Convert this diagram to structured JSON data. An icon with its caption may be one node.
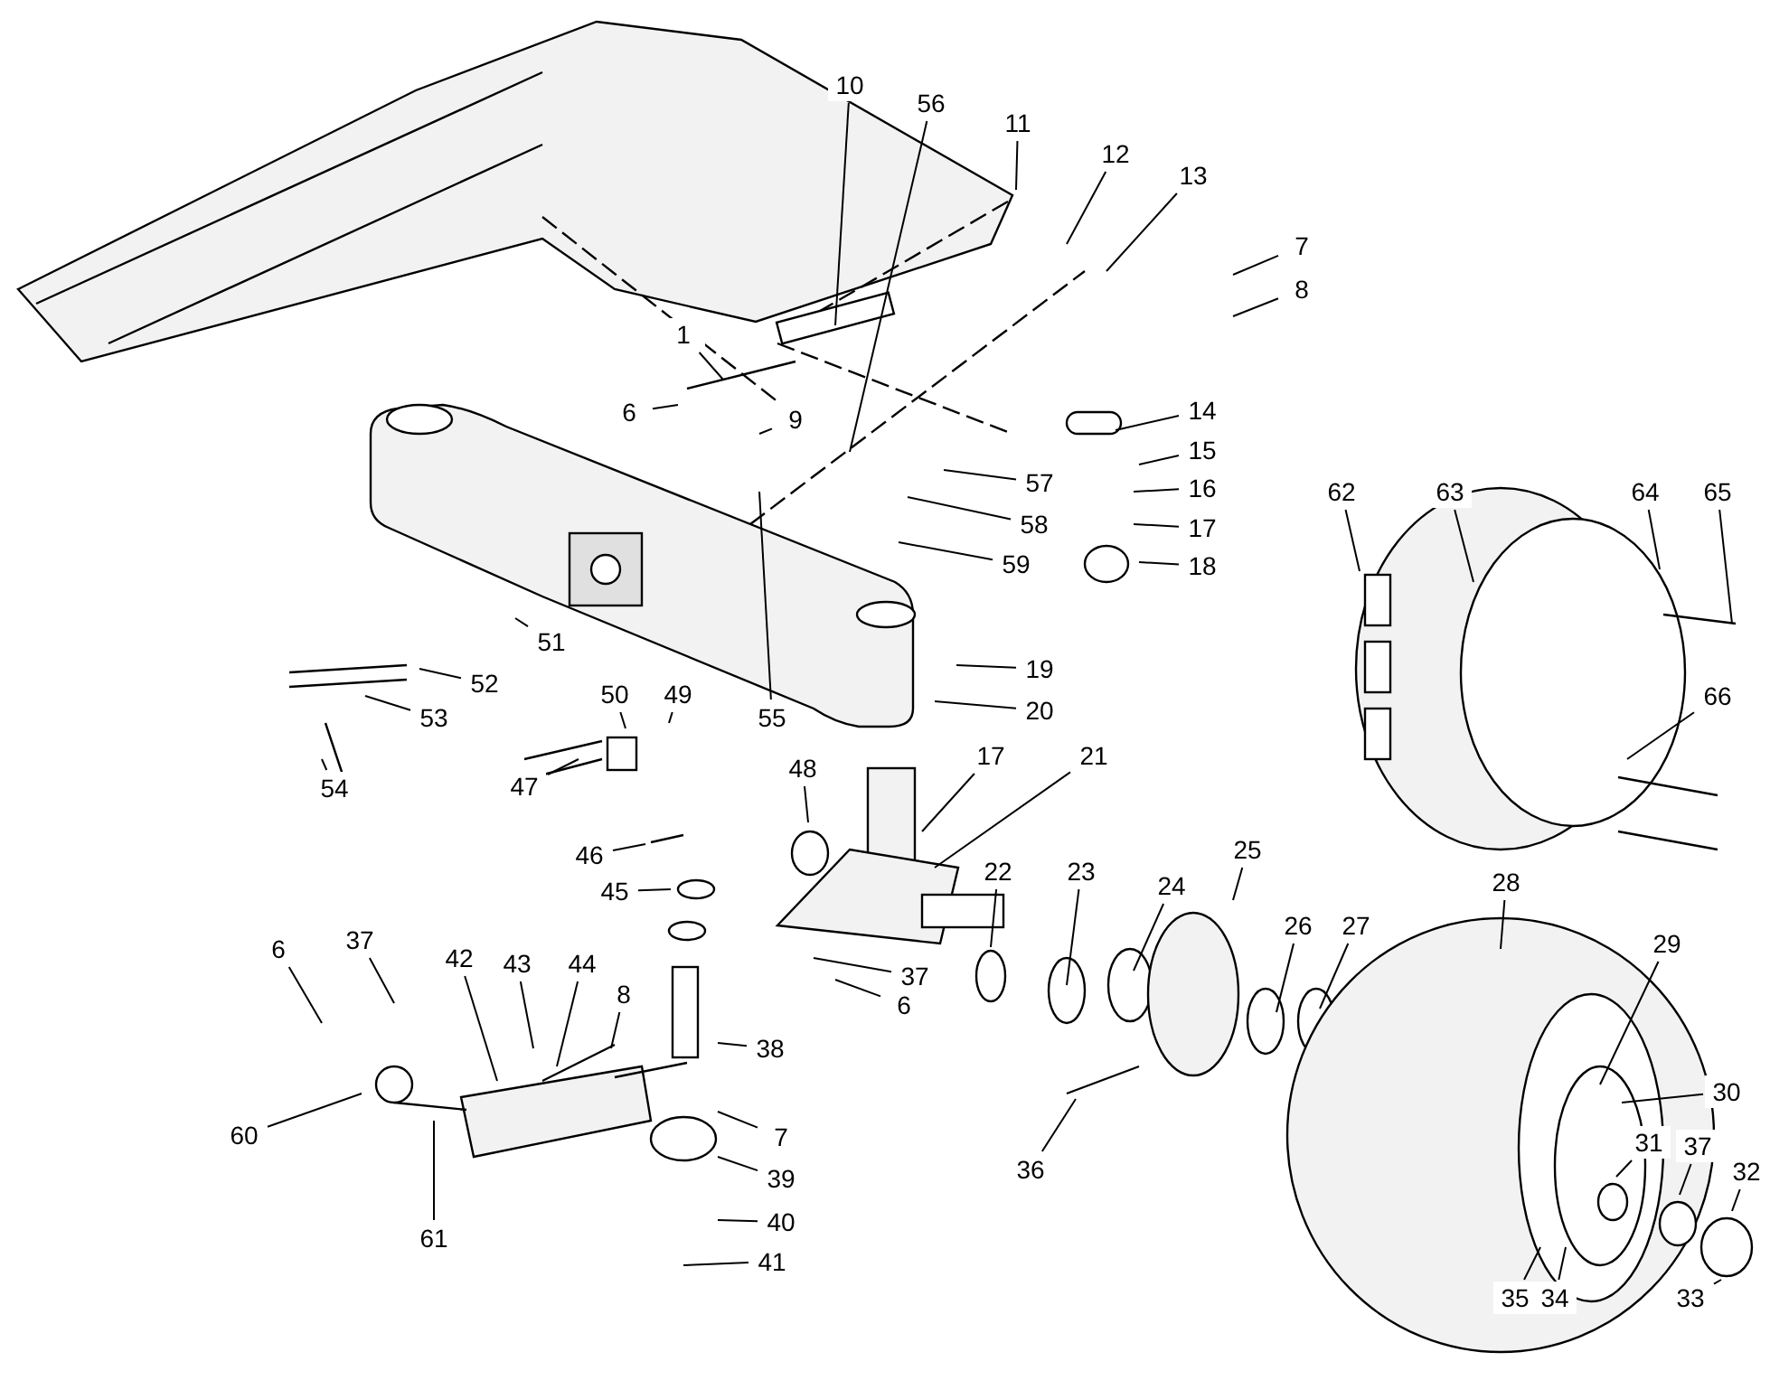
{
  "diagram": {
    "nodes": [
      {
        "text": [
          "10"
        ]
      },
      {
        "text": [
          "56"
        ]
      },
      {
        "text": [
          "11"
        ]
      },
      {
        "text": [
          "12"
        ]
      },
      {
        "text": [
          "13"
        ]
      },
      {
        "text": [
          "7"
        ]
      },
      {
        "text": [
          "8"
        ]
      },
      {
        "text": [
          "1"
        ]
      },
      {
        "text": [
          "9"
        ]
      },
      {
        "text": [
          "6"
        ]
      },
      {
        "text": [
          "14"
        ]
      },
      {
        "text": [
          "15"
        ]
      },
      {
        "text": [
          "62"
        ]
      },
      {
        "text": [
          "63"
        ]
      },
      {
        "text": [
          "64"
        ]
      },
      {
        "text": [
          "65"
        ]
      },
      {
        "text": [
          "16"
        ]
      },
      {
        "text": [
          "57"
        ]
      },
      {
        "text": [
          "17"
        ]
      },
      {
        "text": [
          "58"
        ]
      },
      {
        "text": [
          "18"
        ]
      },
      {
        "text": [
          "59"
        ]
      },
      {
        "text": [
          "51"
        ]
      },
      {
        "text": [
          "52"
        ]
      },
      {
        "text": [
          "19"
        ]
      },
      {
        "text": [
          "20"
        ]
      },
      {
        "text": [
          "55"
        ]
      },
      {
        "text": [
          "66"
        ]
      },
      {
        "text": [
          "50"
        ]
      },
      {
        "text": [
          "49"
        ]
      },
      {
        "text": [
          "53"
        ]
      },
      {
        "text": [
          "47"
        ]
      },
      {
        "text": [
          "17"
        ]
      },
      {
        "text": [
          "21"
        ]
      },
      {
        "text": [
          "48"
        ]
      },
      {
        "text": [
          "54"
        ]
      },
      {
        "text": [
          "46"
        ]
      },
      {
        "text": [
          "28"
        ]
      },
      {
        "text": [
          "29"
        ]
      },
      {
        "text": [
          "22"
        ]
      },
      {
        "text": [
          "23"
        ]
      },
      {
        "text": [
          "24"
        ]
      },
      {
        "text": [
          "25"
        ]
      },
      {
        "text": [
          "26"
        ]
      },
      {
        "text": [
          "27"
        ]
      },
      {
        "text": [
          "45"
        ]
      },
      {
        "text": [
          "37"
        ]
      },
      {
        "text": [
          "42"
        ]
      },
      {
        "text": [
          "43"
        ]
      },
      {
        "text": [
          "44"
        ]
      },
      {
        "text": [
          "6"
        ]
      },
      {
        "text": [
          "8"
        ]
      },
      {
        "text": [
          "37"
        ]
      },
      {
        "text": [
          "6"
        ]
      },
      {
        "text": [
          "38"
        ]
      },
      {
        "text": [
          "30"
        ]
      },
      {
        "text": [
          "31"
        ]
      },
      {
        "text": [
          "37"
        ]
      },
      {
        "text": [
          "32"
        ]
      },
      {
        "text": [
          "36"
        ]
      },
      {
        "text": [
          "7"
        ]
      },
      {
        "text": [
          "60"
        ]
      },
      {
        "text": [
          "61"
        ]
      },
      {
        "text": [
          "39"
        ]
      },
      {
        "text": [
          "40"
        ]
      },
      {
        "text": [
          "41"
        ]
      },
      {
        "text": [
          "33"
        ]
      },
      {
        "text": [
          "34"
        ]
      },
      {
        "text": [
          "35"
        ]
      }
    ],
    "edges": [
      {
        "from": 0,
        "to": null,
        "arrow": "none"
      },
      {
        "from": 1,
        "to": null,
        "arrow": "none"
      },
      {
        "from": 2,
        "to": null,
        "arrow": "none"
      },
      {
        "from": 3,
        "to": null,
        "arrow": "none"
      },
      {
        "from": 4,
        "to": null,
        "arrow": "none"
      },
      {
        "from": 5,
        "to": null,
        "arrow": "none"
      },
      {
        "from": 6,
        "to": null,
        "arrow": "none"
      },
      {
        "from": 7,
        "to": null,
        "arrow": "none"
      },
      {
        "from": 8,
        "to": null,
        "arrow": "none"
      },
      {
        "from": 9,
        "to": null,
        "arrow": "none"
      },
      {
        "from": 10,
        "to": null,
        "arrow": "none"
      },
      {
        "from": 11,
        "to": null,
        "arrow": "none"
      },
      {
        "from": 12,
        "to": null,
        "arrow": "none"
      },
      {
        "from": 13,
        "to": null,
        "arrow": "none"
      },
      {
        "from": 14,
        "to": null,
        "arrow": "none"
      },
      {
        "from": 15,
        "to": null,
        "arrow": "none"
      },
      {
        "from": 16,
        "to": null,
        "arrow": "none"
      },
      {
        "from": 17,
        "to": null,
        "arrow": "none"
      },
      {
        "from": 18,
        "to": null,
        "arrow": "none"
      },
      {
        "from": 19,
        "to": null,
        "arrow": "none"
      },
      {
        "from": 20,
        "to": null,
        "arrow": "none"
      },
      {
        "from": 21,
        "to": null,
        "arrow": "none"
      },
      {
        "from": 22,
        "to": null,
        "arrow": "none"
      },
      {
        "from": 23,
        "to": null,
        "arrow": "none"
      },
      {
        "from": 24,
        "to": null,
        "arrow": "none"
      },
      {
        "from": 25,
        "to": null,
        "arrow": "none"
      },
      {
        "from": 26,
        "to": null,
        "arrow": "none"
      },
      {
        "from": 27,
        "to": null,
        "arrow": "none"
      },
      {
        "from": 28,
        "to": null,
        "arrow": "none"
      },
      {
        "from": 29,
        "to": null,
        "arrow": "none"
      },
      {
        "from": 30,
        "to": null,
        "arrow": "none"
      },
      {
        "from": 31,
        "to": null,
        "arrow": "none"
      },
      {
        "from": 32,
        "to": null,
        "arrow": "none"
      },
      {
        "from": 33,
        "to": null,
        "arrow": "none"
      },
      {
        "from": 34,
        "to": null,
        "arrow": "none"
      },
      {
        "from": 35,
        "to": null,
        "arrow": "none"
      },
      {
        "from": 36,
        "to": null,
        "arrow": "none"
      },
      {
        "from": 37,
        "to": null,
        "arrow": "none"
      },
      {
        "from": 38,
        "to": null,
        "arrow": "none"
      },
      {
        "from": 39,
        "to": null,
        "arrow": "none"
      },
      {
        "from": 40,
        "to": null,
        "arrow": "none"
      },
      {
        "from": 41,
        "to": null,
        "arrow": "none"
      },
      {
        "from": 42,
        "to": null,
        "arrow": "none"
      },
      {
        "from": 43,
        "to": null,
        "arrow": "none"
      },
      {
        "from": 44,
        "to": null,
        "arrow": "none"
      },
      {
        "from": 45,
        "to": null,
        "arrow": "none"
      },
      {
        "from": 46,
        "to": null,
        "arrow": "none"
      },
      {
        "from": 47,
        "to": null,
        "arrow": "none"
      },
      {
        "from": 48,
        "to": null,
        "arrow": "none"
      },
      {
        "from": 49,
        "to": null,
        "arrow": "none"
      },
      {
        "from": 50,
        "to": null,
        "arrow": "none"
      },
      {
        "from": 51,
        "to": null,
        "arrow": "none"
      },
      {
        "from": 52,
        "to": null,
        "arrow": "none"
      },
      {
        "from": 53,
        "to": null,
        "arrow": "none"
      },
      {
        "from": 54,
        "to": null,
        "arrow": "none"
      },
      {
        "from": 55,
        "to": null,
        "arrow": "none"
      },
      {
        "from": 56,
        "to": null,
        "arrow": "none"
      },
      {
        "from": 57,
        "to": null,
        "arrow": "none"
      },
      {
        "from": 58,
        "to": null,
        "arrow": "none"
      },
      {
        "from": 59,
        "to": null,
        "arrow": "none"
      },
      {
        "from": 60,
        "to": null,
        "arrow": "none"
      },
      {
        "from": 61,
        "to": null,
        "arrow": "none"
      },
      {
        "from": 62,
        "to": null,
        "arrow": "none"
      },
      {
        "from": 63,
        "to": null,
        "arrow": "none"
      },
      {
        "from": 64,
        "to": null,
        "arrow": "none"
      },
      {
        "from": 65,
        "to": null,
        "arrow": "none"
      },
      {
        "from": 66,
        "to": null,
        "arrow": "none"
      },
      {
        "from": 67,
        "to": null,
        "arrow": "none"
      },
      {
        "from": 68,
        "to": null,
        "arrow": "none"
      }
    ]
  }
}
